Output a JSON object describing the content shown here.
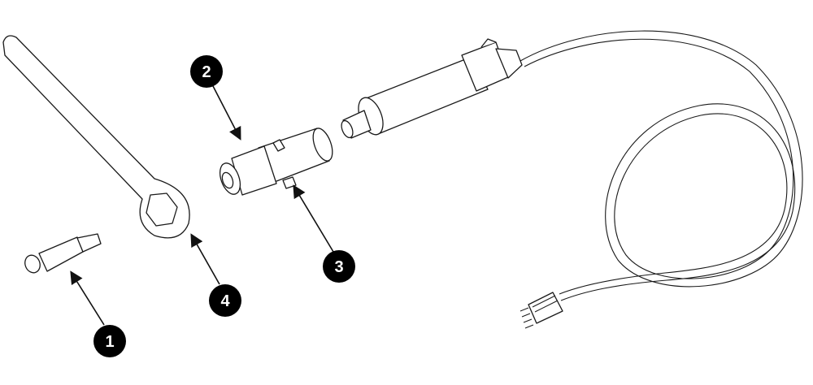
{
  "diagram": {
    "callouts": [
      {
        "label": "1",
        "part": "tip"
      },
      {
        "label": "2",
        "part": "nozzle-body"
      },
      {
        "label": "3",
        "part": "clip"
      },
      {
        "label": "4",
        "part": "wrench"
      }
    ],
    "colors": {
      "line": "#1a1a1a",
      "callout_fill": "#000000",
      "callout_text": "#ffffff",
      "background": "#ffffff"
    }
  }
}
